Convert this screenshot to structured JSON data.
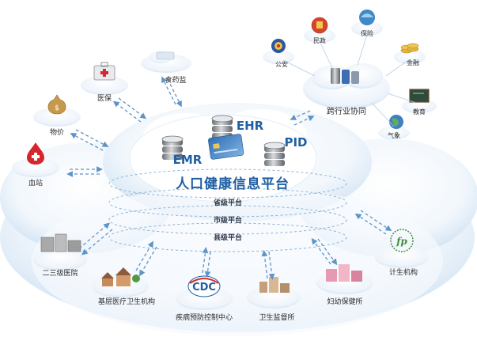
{
  "hub": {
    "title": "人口健康信息平台",
    "emr": "EMR",
    "ehr": "EHR",
    "pid": "PID",
    "levels": [
      "省级平台",
      "市级平台",
      "县级平台"
    ]
  },
  "cross_industry": {
    "label": "跨行业协同",
    "members": [
      "民政",
      "保险",
      "金融",
      "教育",
      "气象",
      "公安"
    ]
  },
  "nodes": {
    "food_drug": "食药监",
    "medical_insurance": "医保",
    "price": "物价",
    "blood_station": "血站",
    "hospital_23": "二三级医院",
    "primary_care": "基层医疗卫生机构",
    "cdc": "疾病预防控制中心",
    "supervision": "卫生监督所",
    "maternal_child": "妇幼保健所",
    "family_planning": "计生机构"
  },
  "colors": {
    "cloud_edge": "#c7dcef",
    "title_blue": "#1f5fa3",
    "arrow_blue": "#5f94c6"
  }
}
